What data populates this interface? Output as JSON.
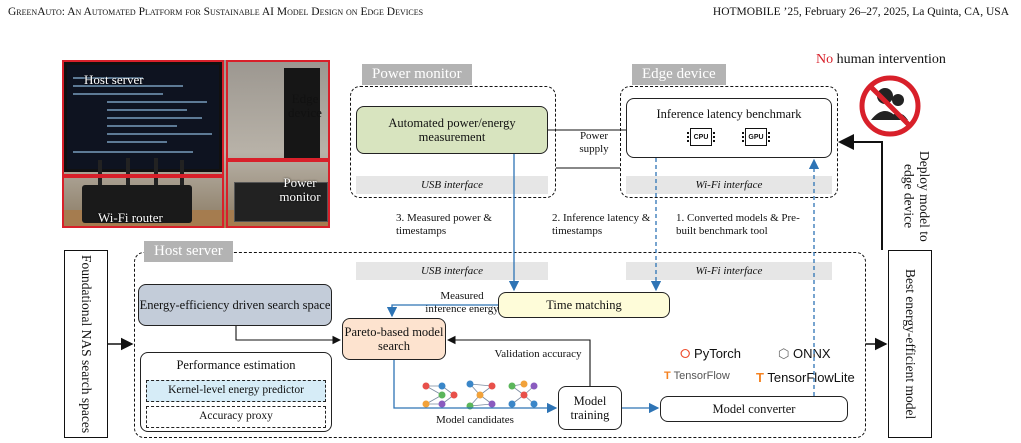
{
  "header": {
    "left": "GreenAuto: An Automated Platform for Sustainable AI Model Design on Edge Devices",
    "right": "HOTMOBILE ’25, February 26–27, 2025, La Quinta, CA, USA"
  },
  "photo": {
    "host_server": "Host server",
    "edge_device": "Edge device",
    "power_monitor": "Power monitor",
    "wifi_router": "Wi-Fi router"
  },
  "human": {
    "no": "No",
    "rest": "human intervention"
  },
  "power_monitor": {
    "tag": "Power monitor",
    "box": "Automated power/energy measurement",
    "iface": "USB interface"
  },
  "power_supply": "Power supply",
  "edge_device": {
    "tag": "Edge device",
    "box": "Inference latency benchmark",
    "cpu": "CPU",
    "gpu": "GPU",
    "iface": "Wi-Fi interface"
  },
  "deploy": "Deploy model to edge device",
  "flows": {
    "measured_power": "3. Measured power & timestamps",
    "inference_latency": "2. Inference latency & timestamps",
    "converted_models": "1. Converted models & Pre-built benchmark tool"
  },
  "host": {
    "tag": "Host server",
    "usb_iface": "USB interface",
    "wifi_iface": "Wi-Fi interface",
    "search_space": "Energy-efficiency driven search space",
    "time_matching": "Time matching",
    "measured_energy": "Measured inference energy",
    "pareto": "Pareto-based model search",
    "validation": "Validation accuracy",
    "perf_est": "Performance estimation",
    "kernel_pred": "Kernel-level energy predictor",
    "acc_proxy": "Accuracy proxy",
    "candidates": "Model candidates",
    "training": "Model training",
    "converter": "Model converter"
  },
  "frameworks": {
    "pytorch": "PyTorch",
    "onnx": "ONNX",
    "tensorflow": "TensorFlow",
    "tflite": "TensorFlowLite"
  },
  "left_side": "Foundational NAS search spaces",
  "right_side": "Best energy-efficient model",
  "colors": {
    "green": "#d8e4bf",
    "blue_grey": "#c3ccd9",
    "peach": "#fde3cf",
    "yellow": "#fefcd9",
    "cyan": "#d6ecf7",
    "red": "#d8202a",
    "arrow_blue": "#2e74b5"
  }
}
